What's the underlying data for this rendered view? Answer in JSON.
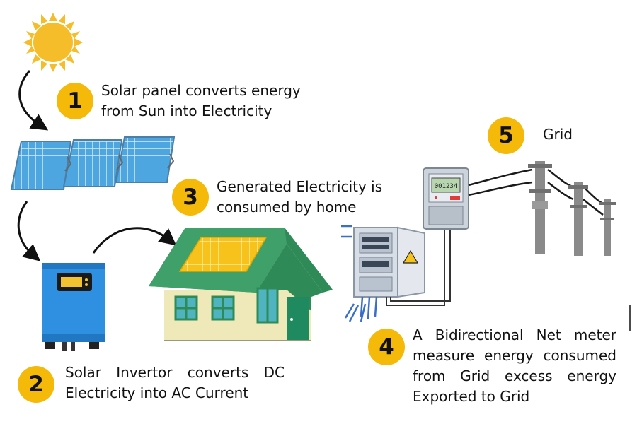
{
  "steps": [
    {
      "number": "1",
      "text": "Solar panel converts energy from Sun into Electricity"
    },
    {
      "number": "2",
      "text": "Solar Invertor converts DC Electricity into AC Current"
    },
    {
      "number": "3",
      "text": "Generated Electricity is consumed by home"
    },
    {
      "number": "4",
      "text": "A Bidirectional Net meter measure energy consumed from Grid excess energy Exported to Grid"
    },
    {
      "number": "5",
      "text": "Grid"
    }
  ],
  "meter_display": "001234",
  "colors": {
    "badge": "#F5B90A",
    "sun": "#F6BD2A",
    "panel": "#3E9BD8",
    "inverter": "#2F8FE0",
    "roof": "#2E8B57",
    "house_wall": "#EFE8B8",
    "pole": "#8A8A8A"
  }
}
